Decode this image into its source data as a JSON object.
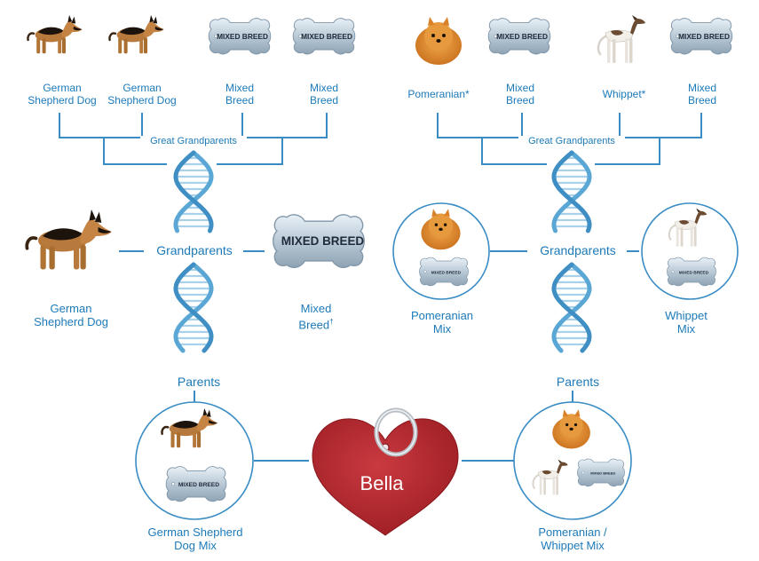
{
  "tag_text": "MIXED BREED",
  "great_grandparents": {
    "label": "Great Grandparents",
    "left": [
      {
        "label": "German\nShepherd Dog",
        "icon": "german-shepherd-icon"
      },
      {
        "label": "German\nShepherd Dog",
        "icon": "german-shepherd-icon"
      },
      {
        "label": "Mixed\nBreed",
        "icon": "mixed-breed-tag-icon"
      },
      {
        "label": "Mixed\nBreed",
        "icon": "mixed-breed-tag-icon"
      }
    ],
    "right": [
      {
        "label": "Pomeranian*",
        "icon": "pomeranian-icon"
      },
      {
        "label": "Mixed\nBreed",
        "icon": "mixed-breed-tag-icon"
      },
      {
        "label": "Whippet*",
        "icon": "whippet-icon"
      },
      {
        "label": "Mixed\nBreed",
        "icon": "mixed-breed-tag-icon"
      }
    ]
  },
  "grandparents": {
    "label": "Grandparents",
    "left": {
      "dog1": "German\nShepherd Dog",
      "dog2_main": "Mixed\nBreed",
      "dog2_mark": "†"
    },
    "right": {
      "dog1": "Pomeranian\nMix",
      "dog2": "Whippet\nMix"
    }
  },
  "parents": {
    "label": "Parents",
    "left": "German Shepherd\nDog Mix",
    "right": "Pomeranian /\nWhippet Mix"
  },
  "puppy": {
    "name": "Bella"
  },
  "colors": {
    "accent": "#1d7ab8",
    "line": "#3a8cc4",
    "heart": "#b4262d",
    "helix": "#5aa7d6"
  }
}
